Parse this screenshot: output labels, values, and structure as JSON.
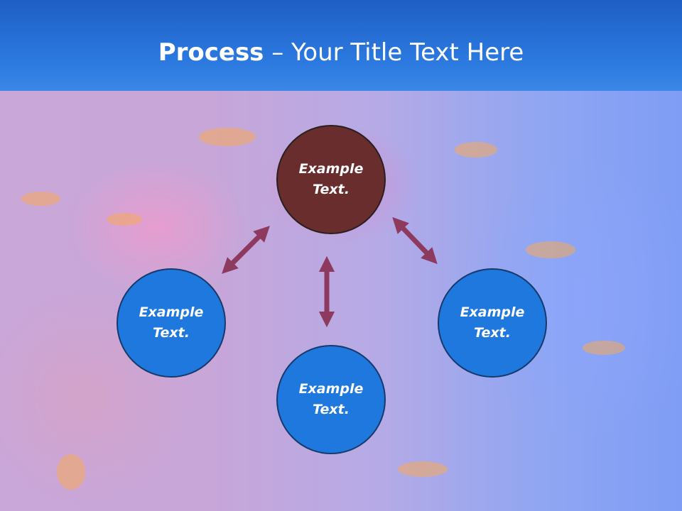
{
  "slide": {
    "title_bold": "Process",
    "title_rest": " – Your Title Text Here"
  },
  "nodes": {
    "top": "Example Text.",
    "left": "Example Text.",
    "right": "Example Text.",
    "bottom": "Example Text."
  },
  "colors": {
    "header": "#2a78df",
    "node_blue": "#1f78de",
    "node_brown": "#6a2d2d",
    "arrow": "#8e3a5f"
  }
}
